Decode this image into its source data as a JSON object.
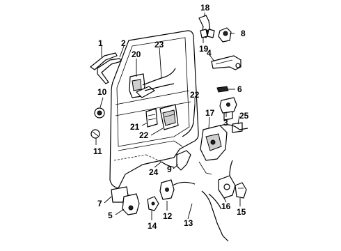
{
  "callouts": [
    {
      "id": "1",
      "label": "1"
    },
    {
      "id": "2",
      "label": "2"
    },
    {
      "id": "3",
      "label": "3"
    },
    {
      "id": "4",
      "label": "4"
    },
    {
      "id": "5",
      "label": "5"
    },
    {
      "id": "6",
      "label": "6"
    },
    {
      "id": "7",
      "label": "7"
    },
    {
      "id": "8",
      "label": "8"
    },
    {
      "id": "9",
      "label": "9"
    },
    {
      "id": "10",
      "label": "10"
    },
    {
      "id": "11",
      "label": "11"
    },
    {
      "id": "12",
      "label": "12"
    },
    {
      "id": "13",
      "label": "13"
    },
    {
      "id": "14",
      "label": "14"
    },
    {
      "id": "15",
      "label": "15"
    },
    {
      "id": "16",
      "label": "16"
    },
    {
      "id": "17",
      "label": "17"
    },
    {
      "id": "18",
      "label": "18"
    },
    {
      "id": "19",
      "label": "19"
    },
    {
      "id": "20",
      "label": "20"
    },
    {
      "id": "21",
      "label": "21"
    },
    {
      "id": "22a",
      "label": "22"
    },
    {
      "id": "22b",
      "label": "22"
    },
    {
      "id": "23",
      "label": "23"
    },
    {
      "id": "24",
      "label": "24"
    },
    {
      "id": "25",
      "label": "25"
    }
  ]
}
